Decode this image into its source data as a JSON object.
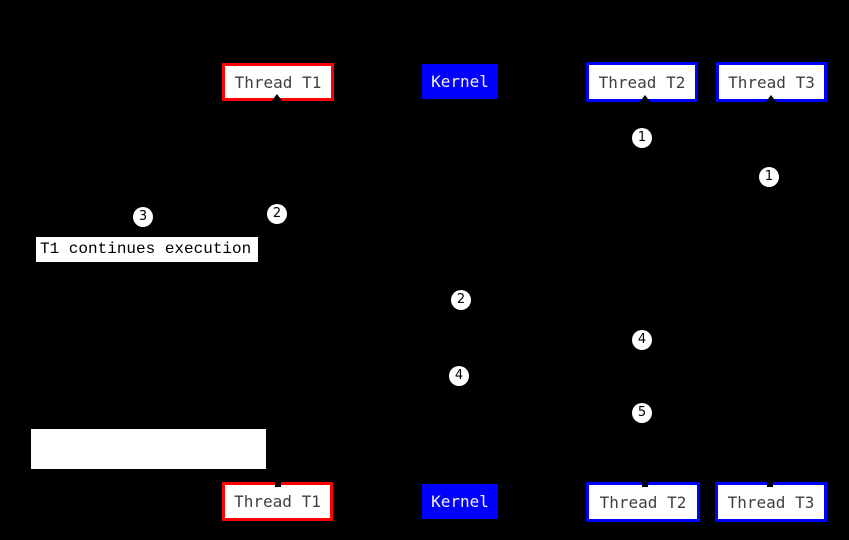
{
  "colors": {
    "background": "#000000",
    "thread_t1_border": "#ff0000",
    "thread_t2_t3_border": "#0000ff",
    "kernel_fill": "#0000ff",
    "box_fill": "#ffffff",
    "box_text": "#3f3f3f",
    "kernel_text": "#f2f2f2",
    "badge_fill": "#ffffff",
    "badge_text": "#000000"
  },
  "top_row": {
    "thread_t1": "Thread T1",
    "kernel": "Kernel",
    "thread_t2": "Thread T2",
    "thread_t3": "Thread T3"
  },
  "bottom_row": {
    "thread_t1": "Thread T1",
    "kernel": "Kernel",
    "thread_t2": "Thread T2",
    "thread_t3": "Thread T3"
  },
  "badges": [
    {
      "number": "1"
    },
    {
      "number": "1"
    },
    {
      "number": "3"
    },
    {
      "number": "2"
    },
    {
      "number": "2"
    },
    {
      "number": "4"
    },
    {
      "number": "4"
    },
    {
      "number": "5"
    }
  ],
  "annotation": "T1 continues execution"
}
